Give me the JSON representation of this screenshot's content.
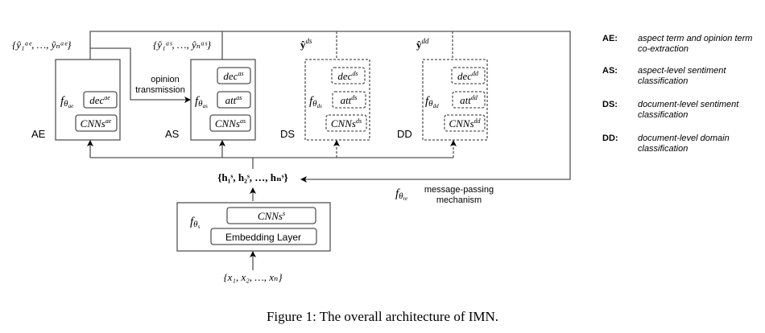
{
  "modules": {
    "ae": {
      "label": "AE",
      "f": "f",
      "theta": "θ",
      "sub": "ae",
      "dec": "dec",
      "cnn": "CNNs",
      "output": "{ŷ₁ᵃᵉ, …, ŷₙᵃᵉ}"
    },
    "as": {
      "label": "AS",
      "f": "f",
      "theta": "θ",
      "sub": "as",
      "dec": "dec",
      "att": "att",
      "cnn": "CNNs",
      "output": "{ŷ₁ᵃˢ, …, ŷₙᵃˢ}"
    },
    "ds": {
      "label": "DS",
      "sub": "ds",
      "dec": "dec",
      "att": "att",
      "cnn": "CNNs",
      "output": "ŷ",
      "output_sup": "ds"
    },
    "dd": {
      "label": "DD",
      "sub": "dd",
      "dec": "dec",
      "att": "att",
      "cnn": "CNNs",
      "output": "ŷ",
      "output_sup": "dd"
    }
  },
  "opinion_transmission": [
    "opinion",
    "transmission"
  ],
  "shared": {
    "sub": "s",
    "cnn": "CNNs",
    "cnn_sup": "s",
    "embedding": "Embedding Layer",
    "hidden": "{h₁ˢ, h₂ˢ, …, hₙˢ}",
    "input": "{x₁, x₂, …, xₙ}"
  },
  "message_passing": {
    "sub": "re",
    "lines": [
      "message-passing",
      "mechanism"
    ]
  },
  "legend": [
    {
      "key": "AE:",
      "value": "aspect term and opinion term co-extraction"
    },
    {
      "key": "AS:",
      "value": "aspect-level sentiment classification"
    },
    {
      "key": "DS:",
      "value": "document-level sentiment classification"
    },
    {
      "key": "DD:",
      "value": "document-level domain classification"
    }
  ],
  "caption": "Figure 1: The overall architecture of IMN.",
  "colors": {
    "line": "#555555",
    "text": "#000000"
  }
}
